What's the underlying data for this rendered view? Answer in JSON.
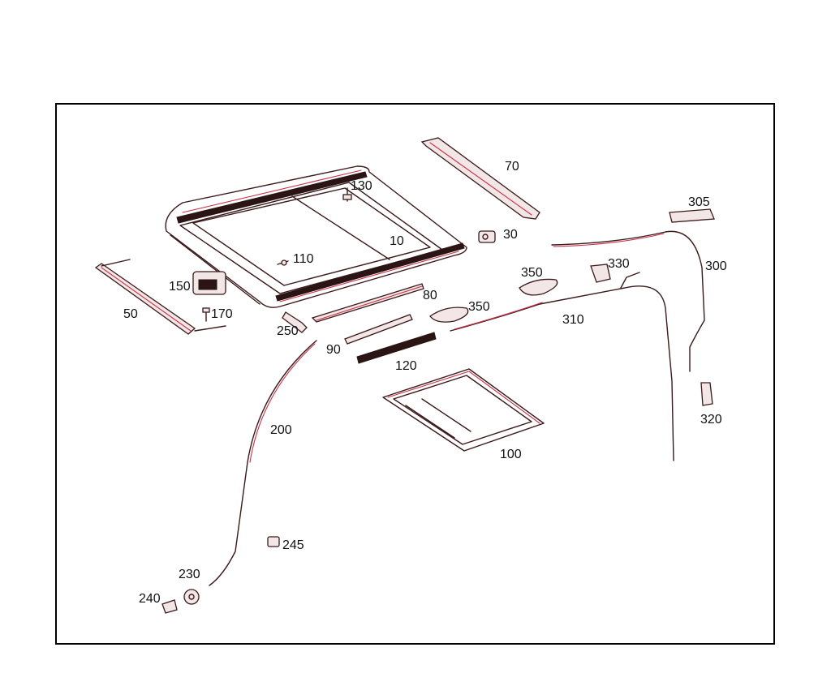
{
  "diagram": {
    "colors": {
      "line": "#3a1a1a",
      "accent": "#c8334a",
      "frame": "#000000",
      "background": "#ffffff"
    },
    "callouts": {
      "p10": "10",
      "p30": "30",
      "p50": "50",
      "p70": "70",
      "p80": "80",
      "p90": "90",
      "p100": "100",
      "p110": "110",
      "p120": "120",
      "p130": "130",
      "p150": "150",
      "p170": "170",
      "p200": "200",
      "p230": "230",
      "p240": "240",
      "p245": "245",
      "p250": "250",
      "p300": "300",
      "p305": "305",
      "p310": "310",
      "p320": "320",
      "p330": "330",
      "p350a": "350",
      "p350b": "350"
    }
  }
}
